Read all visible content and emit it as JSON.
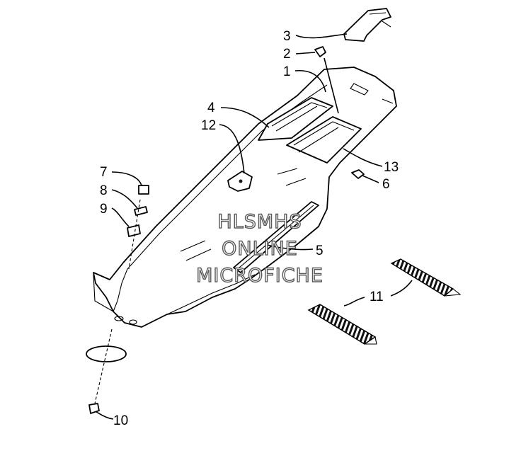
{
  "callouts": {
    "c1": "1",
    "c2": "2",
    "c3": "3",
    "c4": "4",
    "c5": "5",
    "c6": "6",
    "c7": "7",
    "c8": "8",
    "c9": "9",
    "c10": "10",
    "c11": "11",
    "c12": "12",
    "c13": "13"
  },
  "watermark": {
    "line1": "HLSMHS",
    "line2": "ONLINE",
    "line3": "MICROFICHE"
  }
}
